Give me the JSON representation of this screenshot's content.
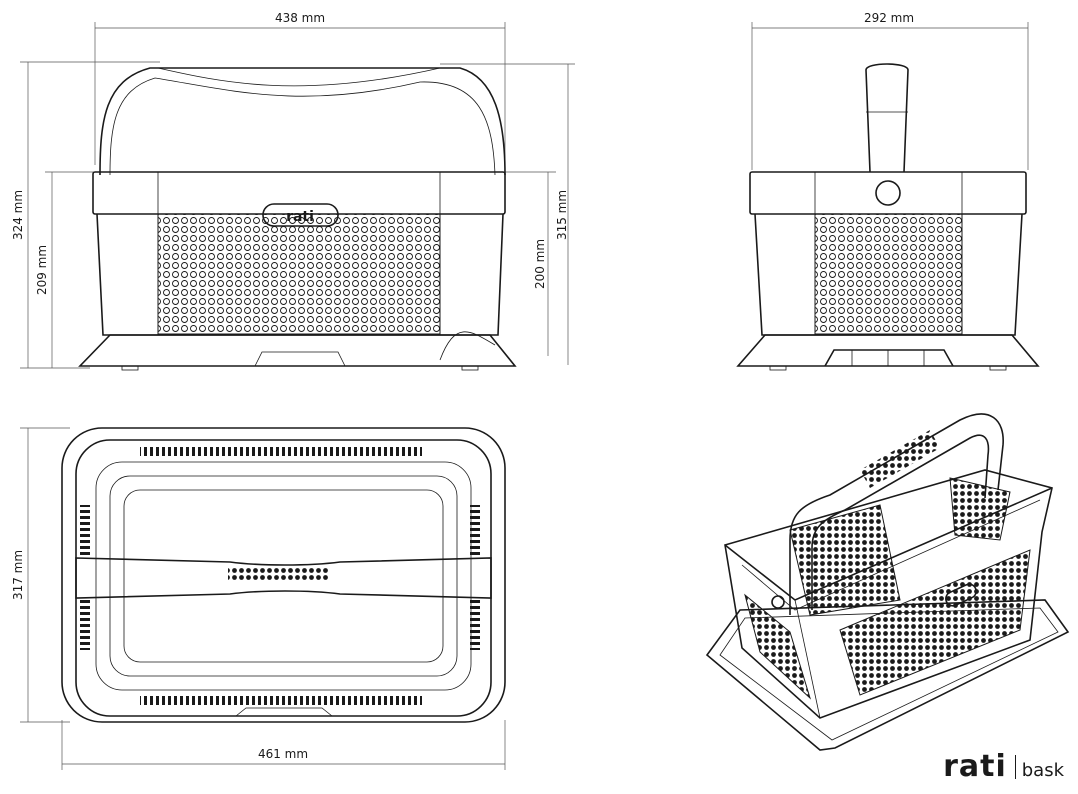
{
  "dimensions": {
    "front_width": "438 mm",
    "front_total_height": "324 mm",
    "front_body_height": "209 mm",
    "front_inner_height": "200 mm",
    "front_side_height": "315 mm",
    "side_width": "292 mm",
    "top_depth": "317 mm",
    "top_width": "461 mm"
  },
  "badge_text": "rati",
  "brand": {
    "logo": "rati",
    "model": "bask"
  }
}
